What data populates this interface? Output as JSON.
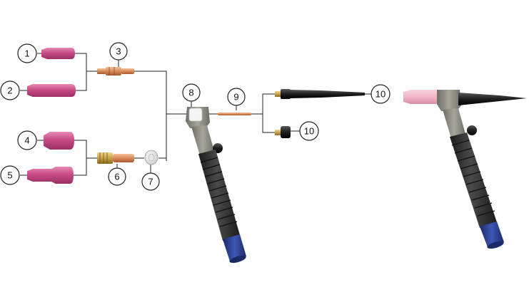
{
  "callouts": {
    "c1": "1",
    "c2": "2",
    "c3": "3",
    "c4": "4",
    "c5": "5",
    "c6": "6",
    "c7": "7",
    "c8": "8",
    "c9": "9",
    "c10a": "10",
    "c10b": "10"
  },
  "colors": {
    "nozzle_pink": "#c94b86",
    "nozzle_pink_light": "#e07aa8",
    "copper": "#d98a5a",
    "brass": "#c9a24a",
    "torch_grey": "#8a8a82",
    "handle_black": "#2e2e2e",
    "end_blue": "#2a3f8f",
    "ceramic_pink": "#f2b5c8"
  },
  "icons": [
    "nozzle",
    "collet-body",
    "collet",
    "gas-lens",
    "insulator",
    "torch-head",
    "back-cap",
    "short-back-cap",
    "assembled-torch"
  ]
}
